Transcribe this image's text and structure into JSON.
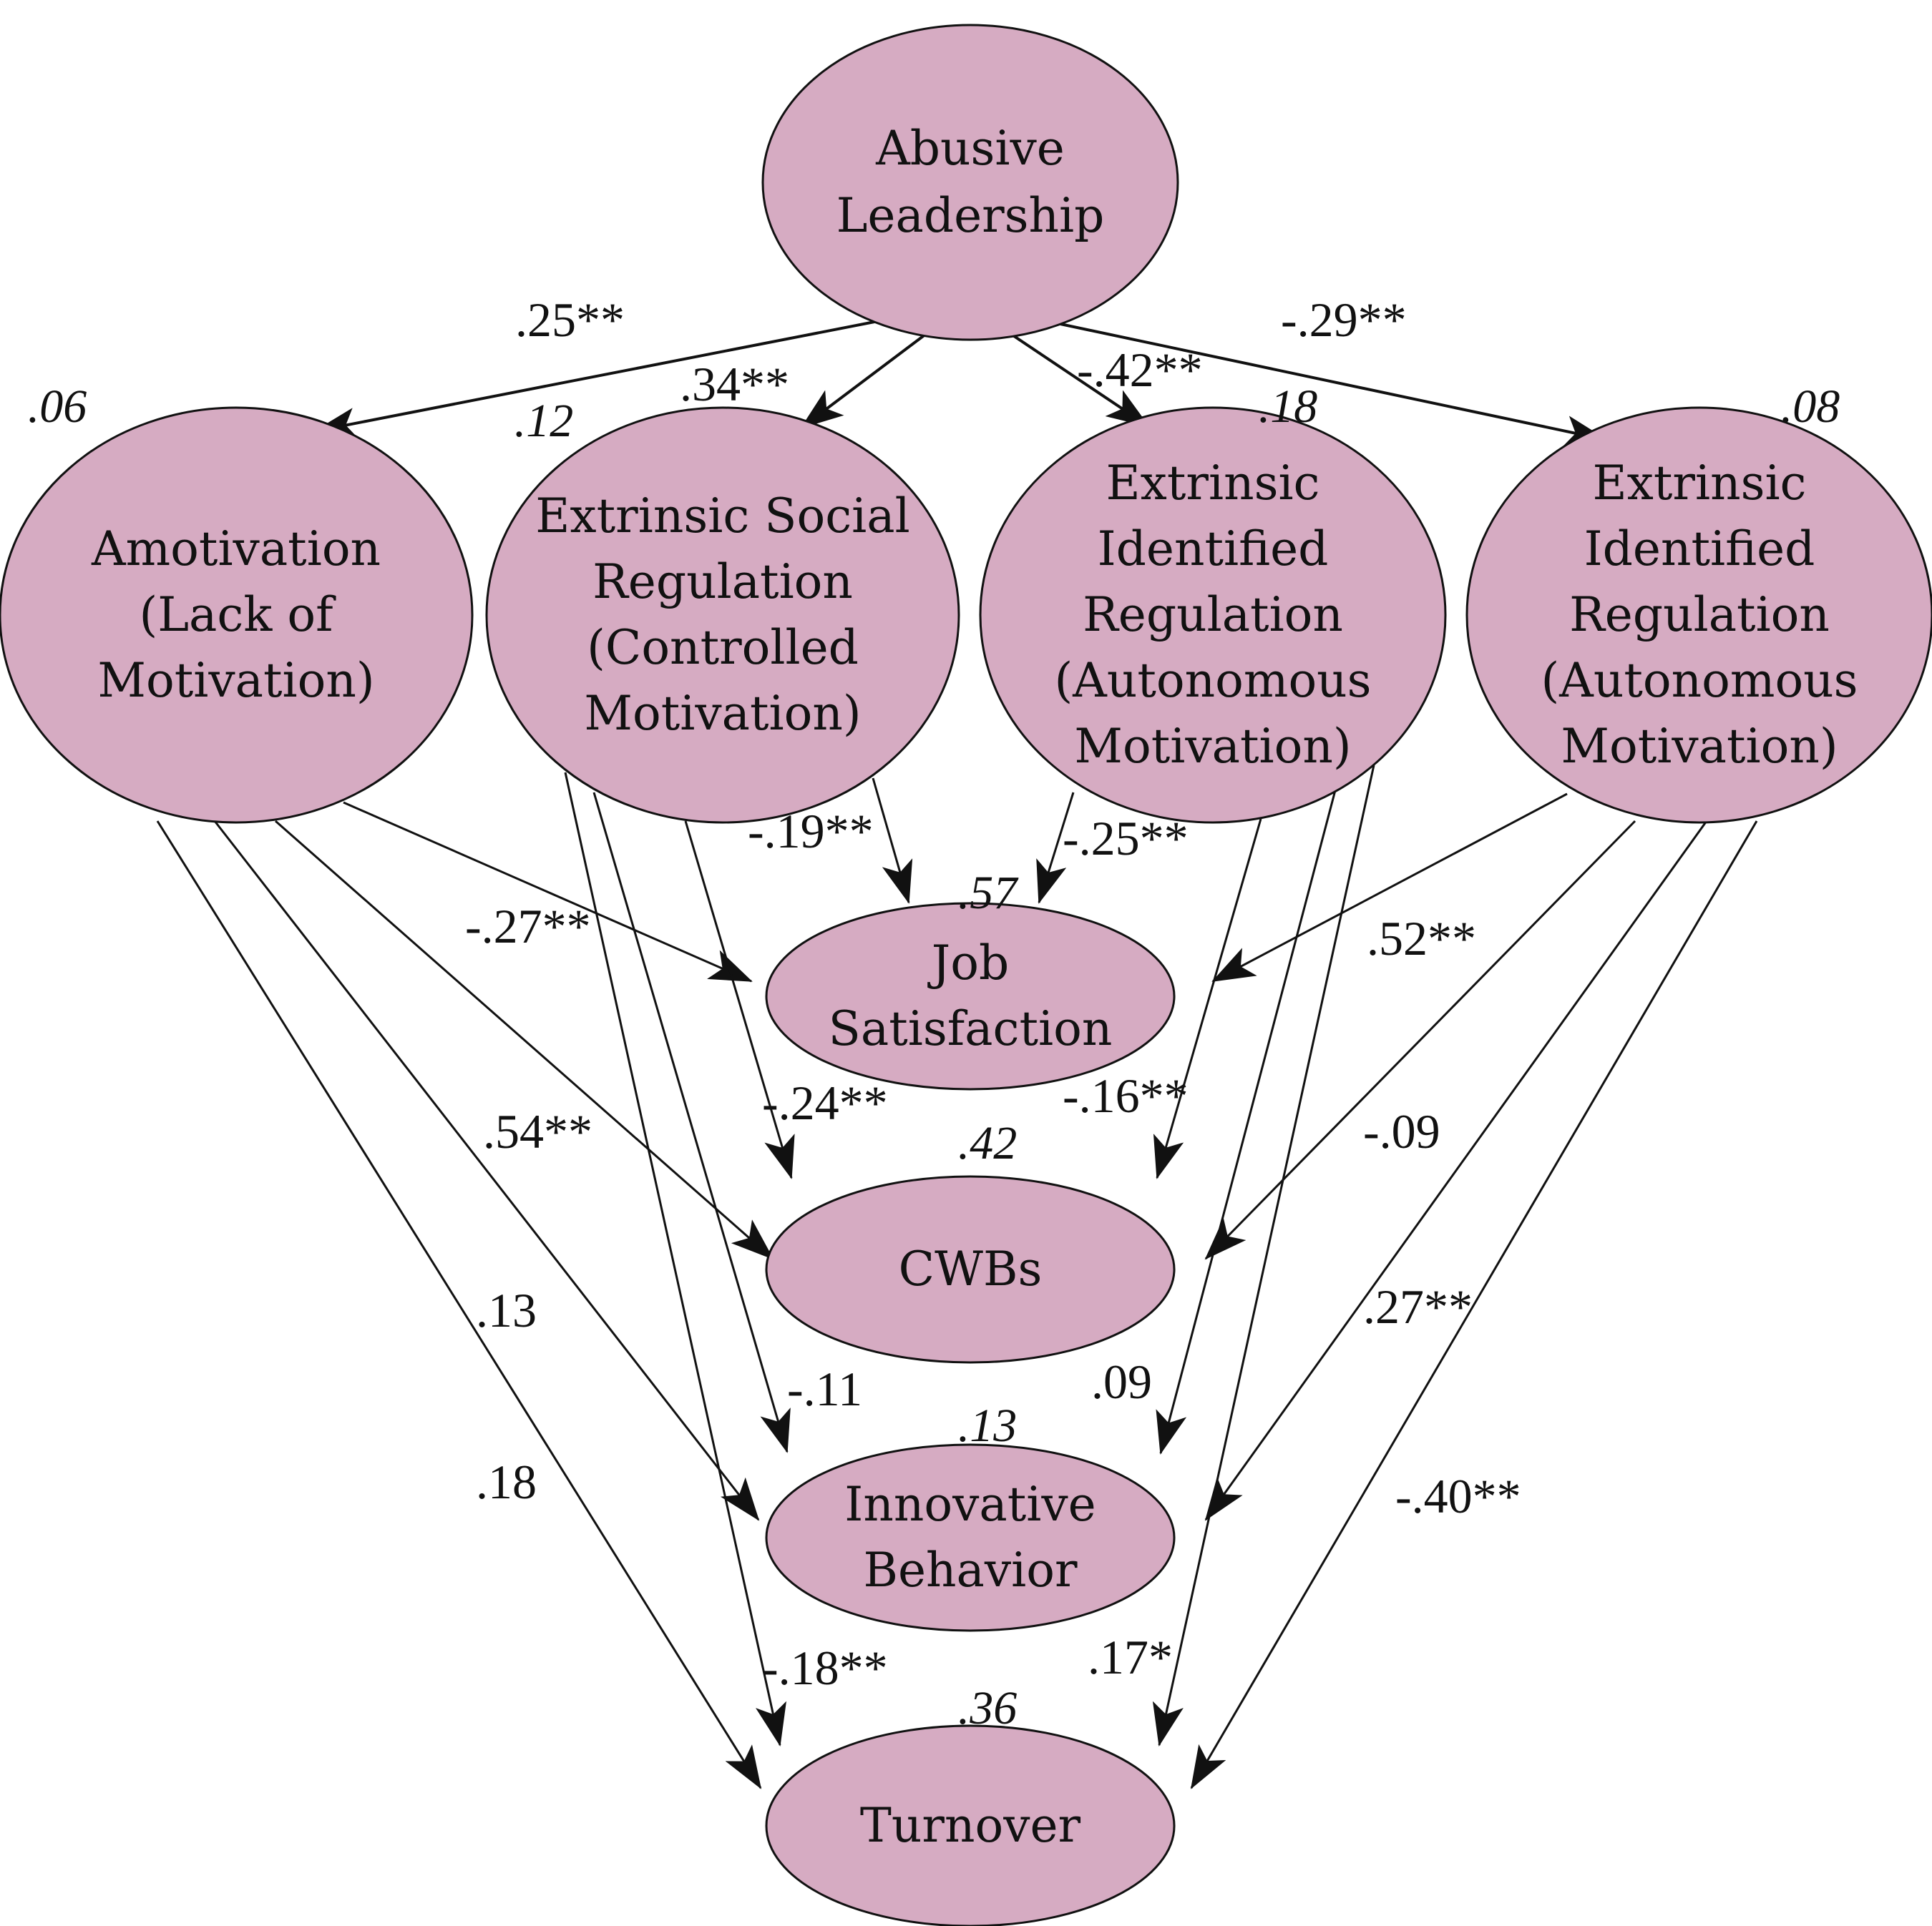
{
  "nodes": [
    {
      "id": "abusive_leadership",
      "lines": [
        "Abusive",
        "Leadership"
      ],
      "r2": null
    },
    {
      "id": "amotivation",
      "lines": [
        "Amotivation",
        "(Lack of",
        "Motivation)"
      ],
      "r2": ".06"
    },
    {
      "id": "extrinsic_social",
      "lines": [
        "Extrinsic Social",
        "Regulation",
        "(Controlled",
        "Motivation)"
      ],
      "r2": ".12"
    },
    {
      "id": "extrinsic_identified_1",
      "lines": [
        "Extrinsic",
        "Identified",
        "Regulation",
        "(Autonomous",
        "Motivation)"
      ],
      "r2": ".18"
    },
    {
      "id": "extrinsic_identified_2",
      "lines": [
        "Extrinsic",
        "Identified",
        "Regulation",
        "(Autonomous",
        "Motivation)"
      ],
      "r2": ".08"
    },
    {
      "id": "job_satisfaction",
      "lines": [
        "Job",
        "Satisfaction"
      ],
      "r2": ".57"
    },
    {
      "id": "cwbs",
      "lines": [
        "CWBs"
      ],
      "r2": ".42"
    },
    {
      "id": "innovative_behavior",
      "lines": [
        "Innovative",
        "Behavior"
      ],
      "r2": ".13"
    },
    {
      "id": "turnover",
      "lines": [
        "Turnover"
      ],
      "r2": ".36"
    }
  ],
  "edges": [
    {
      "from": "abusive_leadership",
      "to": "amotivation",
      "coef": ".25**"
    },
    {
      "from": "abusive_leadership",
      "to": "extrinsic_social",
      "coef": ".34**"
    },
    {
      "from": "abusive_leadership",
      "to": "extrinsic_identified_1",
      "coef": "-.42**"
    },
    {
      "from": "abusive_leadership",
      "to": "extrinsic_identified_2",
      "coef": "-.29**"
    },
    {
      "from": "amotivation",
      "to": "job_satisfaction",
      "coef": "-.27**"
    },
    {
      "from": "amotivation",
      "to": "cwbs",
      "coef": ".54**"
    },
    {
      "from": "amotivation",
      "to": "innovative_behavior",
      "coef": ".13"
    },
    {
      "from": "amotivation",
      "to": "turnover",
      "coef": ".18"
    },
    {
      "from": "extrinsic_social",
      "to": "job_satisfaction",
      "coef": "-.19**"
    },
    {
      "from": "extrinsic_social",
      "to": "cwbs",
      "coef": "-.24**"
    },
    {
      "from": "extrinsic_social",
      "to": "innovative_behavior",
      "coef": "-.11"
    },
    {
      "from": "extrinsic_social",
      "to": "turnover",
      "coef": "-.18**"
    },
    {
      "from": "extrinsic_identified_1",
      "to": "job_satisfaction",
      "coef": "-.25**"
    },
    {
      "from": "extrinsic_identified_1",
      "to": "cwbs",
      "coef": "-.16**"
    },
    {
      "from": "extrinsic_identified_1",
      "to": "innovative_behavior",
      "coef": ".09"
    },
    {
      "from": "extrinsic_identified_1",
      "to": "turnover",
      "coef": ".17*"
    },
    {
      "from": "extrinsic_identified_2",
      "to": "job_satisfaction",
      "coef": ".52**"
    },
    {
      "from": "extrinsic_identified_2",
      "to": "cwbs",
      "coef": "-.09"
    },
    {
      "from": "extrinsic_identified_2",
      "to": "innovative_behavior",
      "coef": ".27**"
    },
    {
      "from": "extrinsic_identified_2",
      "to": "turnover",
      "coef": "-.40**"
    }
  ],
  "colors": {
    "node_fill": "#d6abc2",
    "stroke": "#111111",
    "background": "#ffffff"
  }
}
